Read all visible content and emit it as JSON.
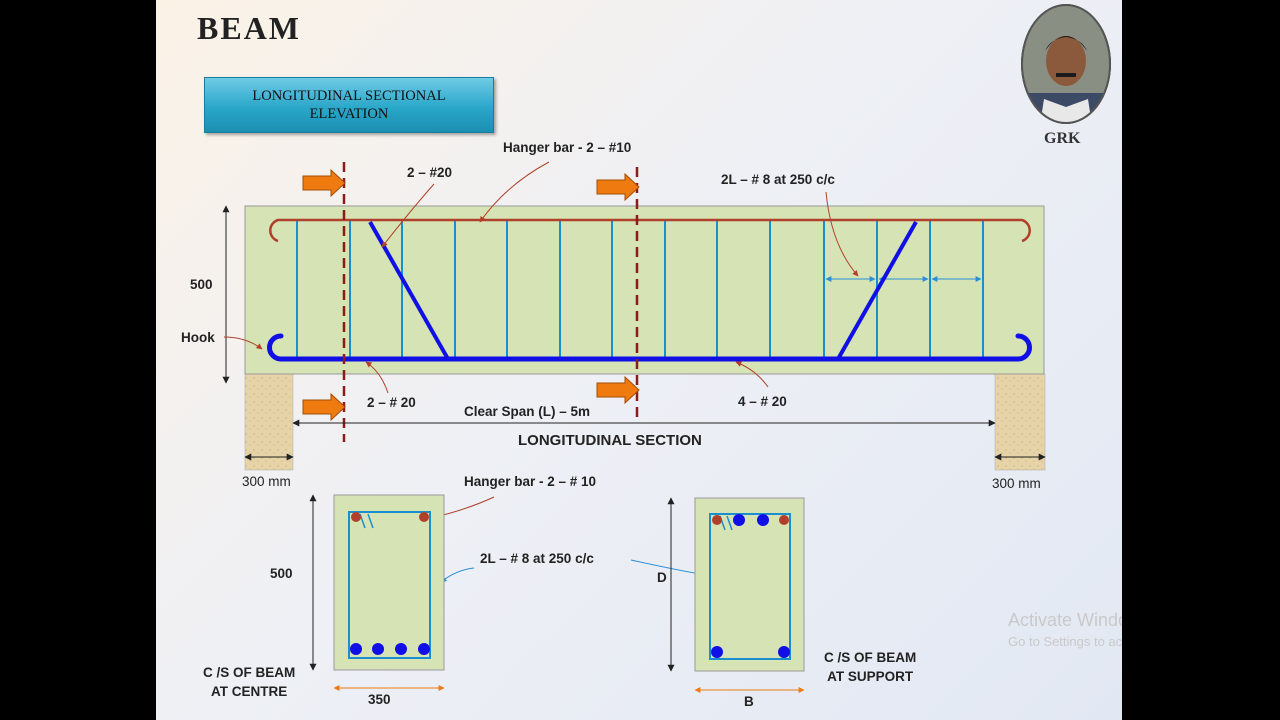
{
  "slide": {
    "title": "BEAM",
    "banner": "LONGITUDINAL SECTIONAL ELEVATION",
    "presenter": "GRK"
  },
  "labels": {
    "hanger_top": "Hanger bar - 2 – #10",
    "bent_top": "2 – #20",
    "stirrups_top": "2L – # 8  at 250 c/c",
    "depth_long": "500",
    "hook": "Hook",
    "bent_bottom": "2 – # 20",
    "clear_span": "Clear Span (L) – 5m",
    "bottom_bars": "4 – # 20",
    "long_section": "LONGITUDINAL SECTION",
    "support_left": "300 mm",
    "support_right": "300 mm",
    "hanger_cs": "Hanger bar  - 2 – # 10",
    "stirrups_cs": "2L –  # 8  at 250 c/c",
    "depth_cs": "500",
    "cs_centre": "C /S OF BEAM\nAT CENTRE",
    "width_cs": "350",
    "depth_support": "D",
    "cs_support": "C /S OF BEAM\nAT SUPPORT",
    "width_support": "B"
  },
  "watermark": {
    "line1": "Activate Windows",
    "line2": "Go to Settings to activate Windows."
  },
  "colors": {
    "beam_fill": "#d6e3b5",
    "main_bar": "#1010e6",
    "stirrup": "#1a8fd0",
    "hanger": "#b0402a",
    "arrow": "#ee7a10",
    "section_line": "#8a1c1c"
  }
}
